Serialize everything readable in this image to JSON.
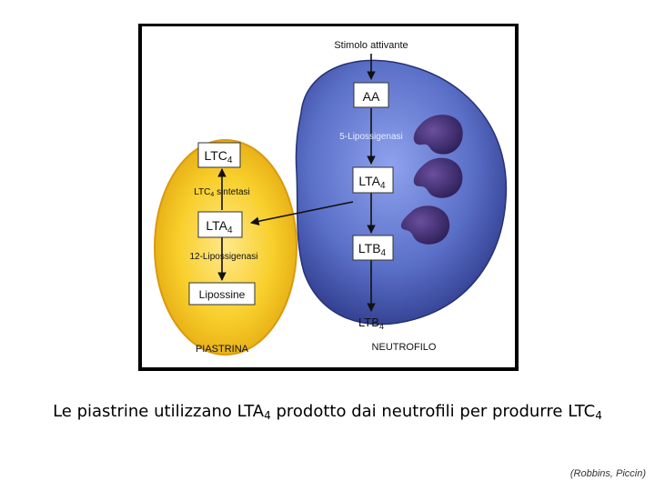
{
  "diagram": {
    "stimulus": "Stimolo attivante",
    "neutrophil": {
      "aa_box": "AA",
      "enzyme": "5-Lipossigenasi",
      "lta4_box": {
        "main": "LTA",
        "sub": "4"
      },
      "ltb4_box": {
        "main": "LTB",
        "sub": "4"
      },
      "ltb4_output": {
        "main": "LTB",
        "sub": "4"
      },
      "cell_label": "NEUTROFILO"
    },
    "platelet": {
      "ltc4_box": {
        "main": "LTC",
        "sub": "4"
      },
      "synthetase": {
        "main": "LTC",
        "sub": "4",
        "rest": " sintetasi"
      },
      "lta4_box": {
        "main": "LTA",
        "sub": "4"
      },
      "enzyme": "12-Lipossigenasi",
      "lipoxin_box": "Lipossine",
      "cell_label": "PIASTRINA"
    },
    "colors": {
      "neutrophil_fill": "#5a6fc7",
      "neutrophil_dark": "#2e3a8a",
      "nucleus": "#3a2a6e",
      "platelet_fill": "#f4c21c",
      "platelet_edge": "#e0a20c"
    }
  },
  "caption": {
    "part1": "Le piastrine utilizzano LTA",
    "sub1": "4",
    "part2": " prodotto dai neutrofili per produrre LTC",
    "sub2": "4"
  },
  "credit": "(Robbins, Piccin)"
}
